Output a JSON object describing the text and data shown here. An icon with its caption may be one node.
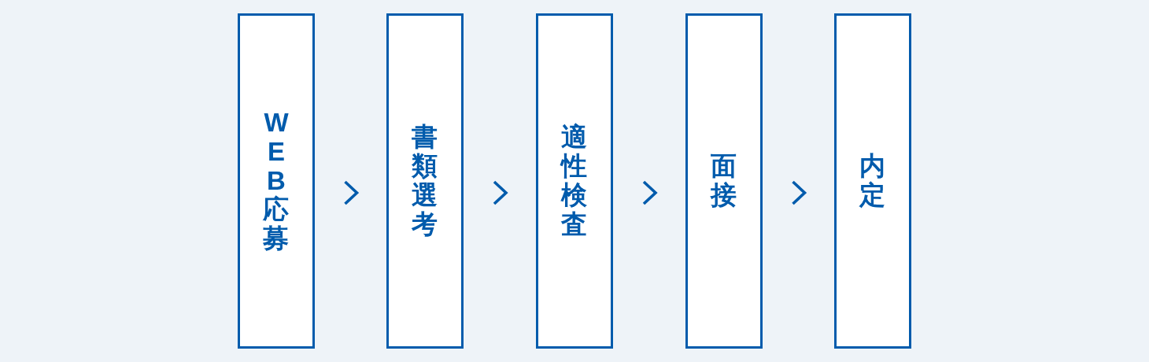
{
  "diagram": {
    "nodes": [
      {
        "text": [
          "WEB応募"
        ]
      },
      {
        "text": [
          "書類選考"
        ]
      },
      {
        "text": [
          "適性検査"
        ]
      },
      {
        "text": [
          "面接"
        ]
      },
      {
        "text": [
          "内定"
        ]
      }
    ],
    "edges": [
      {
        "from": 0,
        "to": 1,
        "arrow": "to"
      },
      {
        "from": 1,
        "to": 2,
        "arrow": "to"
      },
      {
        "from": 2,
        "to": 3,
        "arrow": "to"
      },
      {
        "from": 3,
        "to": 4,
        "arrow": "to"
      }
    ]
  }
}
